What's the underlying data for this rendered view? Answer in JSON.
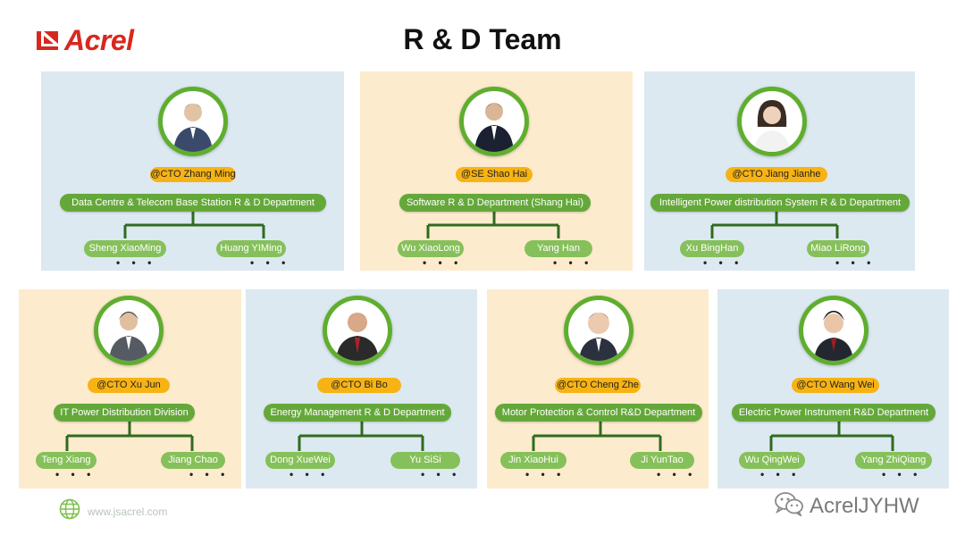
{
  "header": {
    "logo_text": "Acrel",
    "title": "R & D Team"
  },
  "colors": {
    "blue_panel": "#dce9f1",
    "cream_panel": "#fdebcd",
    "role_badge": "#f7b314",
    "dept_bar": "#65a83a",
    "member_pill": "#86c05a",
    "logo_red": "#d8281e"
  },
  "teams": [
    {
      "role": "@CTO Zhang Ming",
      "department": "Data Centre & Telecom Base Station R & D Department",
      "members": [
        "Sheng XiaoMing",
        "Huang YIMing"
      ],
      "more": "• • •"
    },
    {
      "role": "@SE Shao Hai",
      "department": "Software R & D Department (Shang Hai)",
      "members": [
        "Wu XiaoLong",
        "Yang Han"
      ],
      "more": "• • •"
    },
    {
      "role": "@CTO Jiang Jianhe",
      "department": "Intelligent Power distribution System R & D Department",
      "members": [
        "Xu BingHan",
        "Miao LiRong"
      ],
      "more": "• • •"
    },
    {
      "role": "@CTO Xu Jun",
      "department": "IT Power Distribution Division",
      "members": [
        "Teng Xiang",
        "Jiang Chao"
      ],
      "more": "• • •"
    },
    {
      "role": "@CTO Bi Bo",
      "department": "Energy Management R & D Department",
      "members": [
        "Dong XueWei",
        "Yu SiSi"
      ],
      "more": "• • •"
    },
    {
      "role": "@CTO Cheng Zhe",
      "department": "Motor Protection & Control R&D Department",
      "members": [
        "Jin XiaoHui",
        "Ji YunTao"
      ],
      "more": "• • •"
    },
    {
      "role": "@CTO Wang Wei",
      "department": "Electric Power Instrument R&D Department",
      "members": [
        "Wu QingWei",
        "Yang ZhiQiang"
      ],
      "more": "• • •"
    }
  ],
  "footer": {
    "website": "www.jsacrel.com",
    "watermark": "AcrelJYHW"
  }
}
